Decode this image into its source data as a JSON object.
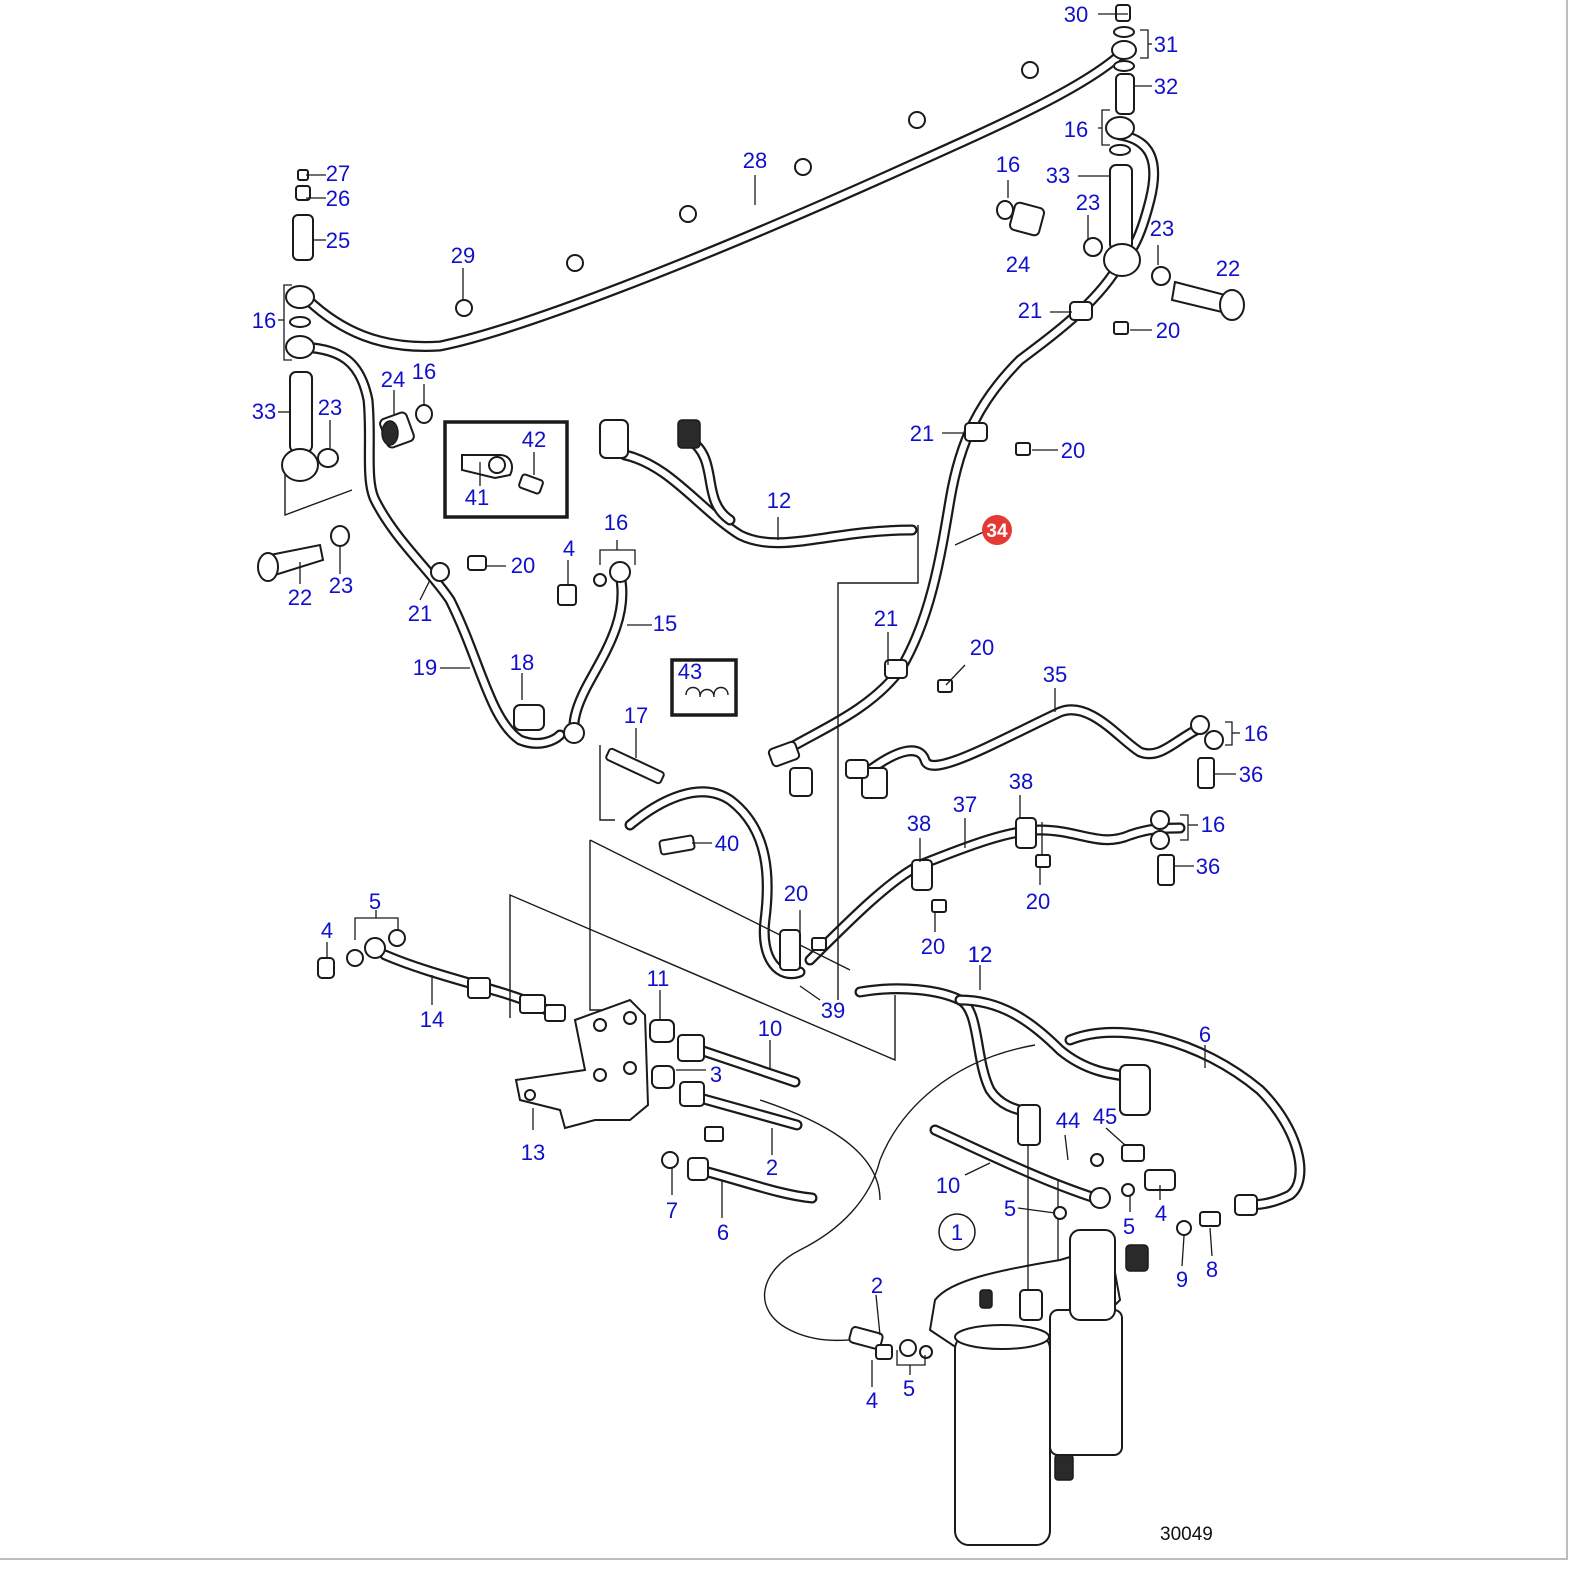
{
  "diagram": {
    "drawing_number": "30049",
    "highlighted_callout": "34",
    "circled_callout": "1",
    "highlight_color": "#e53935",
    "label_color": "#1010cc",
    "callouts": [
      "30",
      "31",
      "32",
      "16",
      "33",
      "16",
      "23",
      "23",
      "24",
      "22",
      "21",
      "20",
      "21",
      "20",
      "34",
      "21",
      "20",
      "35",
      "16",
      "36",
      "38",
      "37",
      "16",
      "36",
      "20",
      "20",
      "12",
      "28",
      "29",
      "27",
      "26",
      "25",
      "16",
      "24",
      "16",
      "33",
      "23",
      "42",
      "41",
      "22",
      "23",
      "20",
      "21",
      "4",
      "16",
      "15",
      "12",
      "19",
      "18",
      "17",
      "43",
      "40",
      "20",
      "39",
      "5",
      "4",
      "14",
      "11",
      "10",
      "3",
      "13",
      "2",
      "7",
      "6",
      "12",
      "6",
      "44",
      "45",
      "10",
      "5",
      "5",
      "4",
      "9",
      "8",
      "1",
      "2",
      "4",
      "5",
      "38"
    ]
  }
}
